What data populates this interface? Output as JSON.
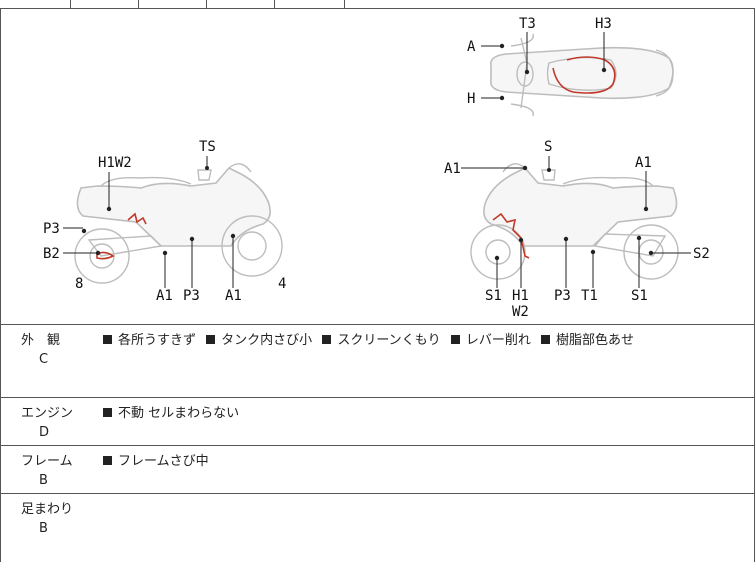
{
  "diagram": {
    "top_view": {
      "labels": [
        "A",
        "T3",
        "H3",
        "H"
      ]
    },
    "left_view": {
      "labels": [
        "TS",
        "H1W2",
        "P3",
        "B2",
        "8",
        "A1",
        "P3",
        "A1",
        "4"
      ]
    },
    "right_view": {
      "labels": [
        "S",
        "A1",
        "A1",
        "S2",
        "S1",
        "H1",
        "W2",
        "P3",
        "T1",
        "S1"
      ]
    }
  },
  "sections": [
    {
      "title": "外　観",
      "grade": "C",
      "notes": [
        "各所うすきず",
        "タンク内さび小",
        "スクリーンくもり",
        "レバー削れ",
        "樹脂部色あせ"
      ]
    },
    {
      "title": "エンジン",
      "grade": "D",
      "notes": [
        "不動 セルまわらない"
      ]
    },
    {
      "title": "フレーム",
      "grade": "B",
      "notes": [
        "フレームさび中"
      ]
    },
    {
      "title": "足まわり",
      "grade": "B",
      "notes": []
    }
  ]
}
